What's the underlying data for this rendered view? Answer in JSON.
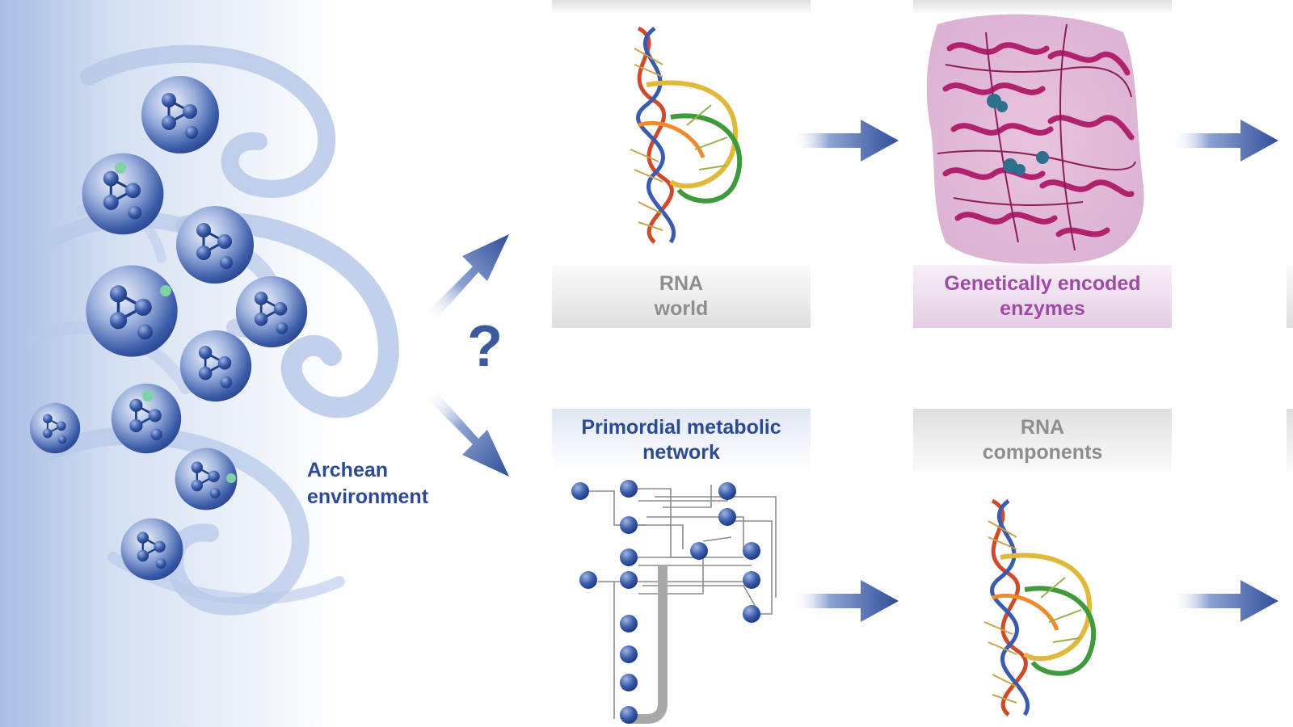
{
  "labels": {
    "archean_environment": [
      "Archean",
      "environment"
    ],
    "rna_world": [
      "RNA",
      "world"
    ],
    "genetically_encoded_enzymes": [
      "Genetically encoded",
      "enzymes"
    ],
    "primordial_metabolic_network": [
      "Primordial metabolic",
      "network"
    ],
    "rna_components": [
      "RNA",
      "components"
    ],
    "question_mark": "?"
  },
  "colors": {
    "dark_blue": "#2d4a94",
    "light_blue": "#a9bde3",
    "grey_text": "#8e8e8e",
    "purple_text": "#a04aa8",
    "protein": "#b0226e",
    "green_atom": "#7fd1a6"
  }
}
